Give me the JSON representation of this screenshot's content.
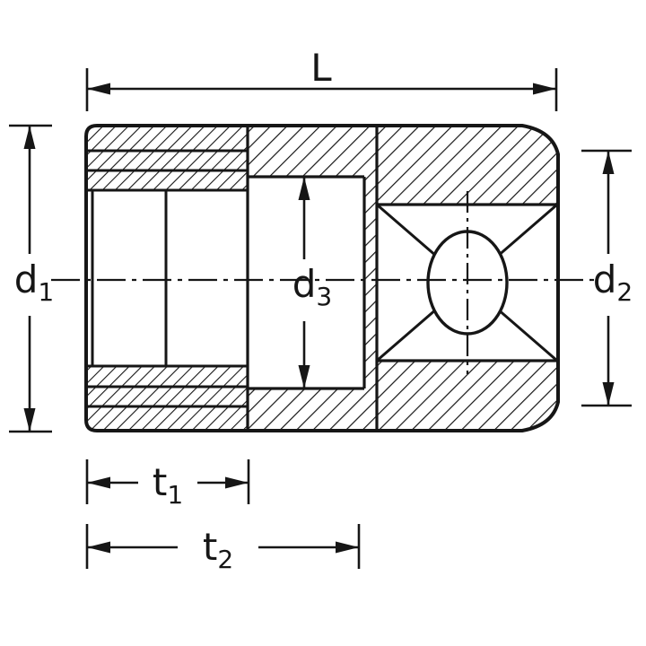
{
  "diagram": {
    "subject": "Socket wrench cross-section technical drawing with dimension callouts",
    "colors": {
      "line": "#161616",
      "background": "#ffffff"
    },
    "dimensions": {
      "L": {
        "base": "L",
        "sub": ""
      },
      "d1": {
        "base": "d",
        "sub": "1"
      },
      "d2": {
        "base": "d",
        "sub": "2"
      },
      "d3": {
        "base": "d",
        "sub": "3"
      },
      "t1": {
        "base": "t",
        "sub": "1"
      },
      "t2": {
        "base": "t",
        "sub": "2"
      }
    }
  }
}
